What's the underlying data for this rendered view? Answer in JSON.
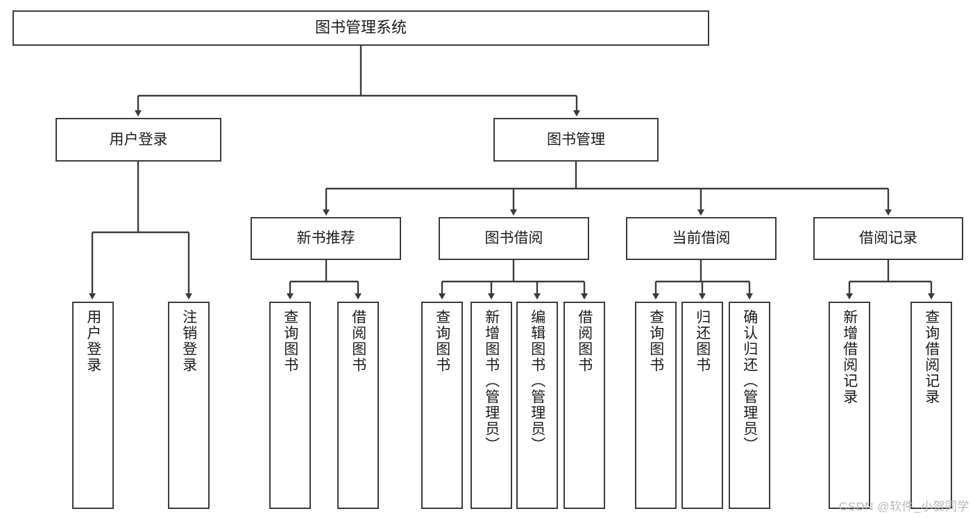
{
  "diagram": {
    "title": "图书管理系统",
    "type": "tree-hierarchy",
    "stroke_color": "#3b3b3b",
    "background_color": "#ffffff",
    "text_color": "#1b1b1b",
    "root": {
      "label": "图书管理系统"
    },
    "level1": [
      {
        "id": "user-login",
        "label": "用户登录"
      },
      {
        "id": "book-management",
        "label": "图书管理"
      }
    ],
    "level2": [
      {
        "id": "new-book-recommend",
        "label": "新书推荐",
        "parent": "book-management"
      },
      {
        "id": "book-borrow",
        "label": "图书借阅",
        "parent": "book-management"
      },
      {
        "id": "current-borrow",
        "label": "当前借阅",
        "parent": "book-management"
      },
      {
        "id": "borrow-record",
        "label": "借阅记录",
        "parent": "book-management"
      }
    ],
    "leaves": [
      {
        "id": "leaf-user-login",
        "label": "用户登录",
        "parent": "user-login"
      },
      {
        "id": "leaf-logout-login",
        "label": "注销登录",
        "parent": "user-login"
      },
      {
        "id": "leaf-query-books-1",
        "label": "查询图书",
        "parent": "new-book-recommend"
      },
      {
        "id": "leaf-borrow-books-1",
        "label": "借阅图书",
        "parent": "new-book-recommend"
      },
      {
        "id": "leaf-query-books-2",
        "label": "查询图书",
        "parent": "book-borrow"
      },
      {
        "id": "leaf-add-book",
        "label": "新增图书（管理员）",
        "parent": "book-borrow"
      },
      {
        "id": "leaf-edit-book",
        "label": "编辑图书（管理员）",
        "parent": "book-borrow"
      },
      {
        "id": "leaf-borrow-books-2",
        "label": "借阅图书",
        "parent": "book-borrow"
      },
      {
        "id": "leaf-query-books-3",
        "label": "查询图书",
        "parent": "current-borrow"
      },
      {
        "id": "leaf-return-book",
        "label": "归还图书",
        "parent": "current-borrow"
      },
      {
        "id": "leaf-confirm-return",
        "label": "确认归还（管理员）",
        "parent": "current-borrow"
      },
      {
        "id": "leaf-add-record",
        "label": "新增借阅记录",
        "parent": "borrow-record"
      },
      {
        "id": "leaf-query-record",
        "label": "查询借阅记录",
        "parent": "borrow-record"
      }
    ],
    "watermark": "CSDN @软件_小贺同学"
  }
}
